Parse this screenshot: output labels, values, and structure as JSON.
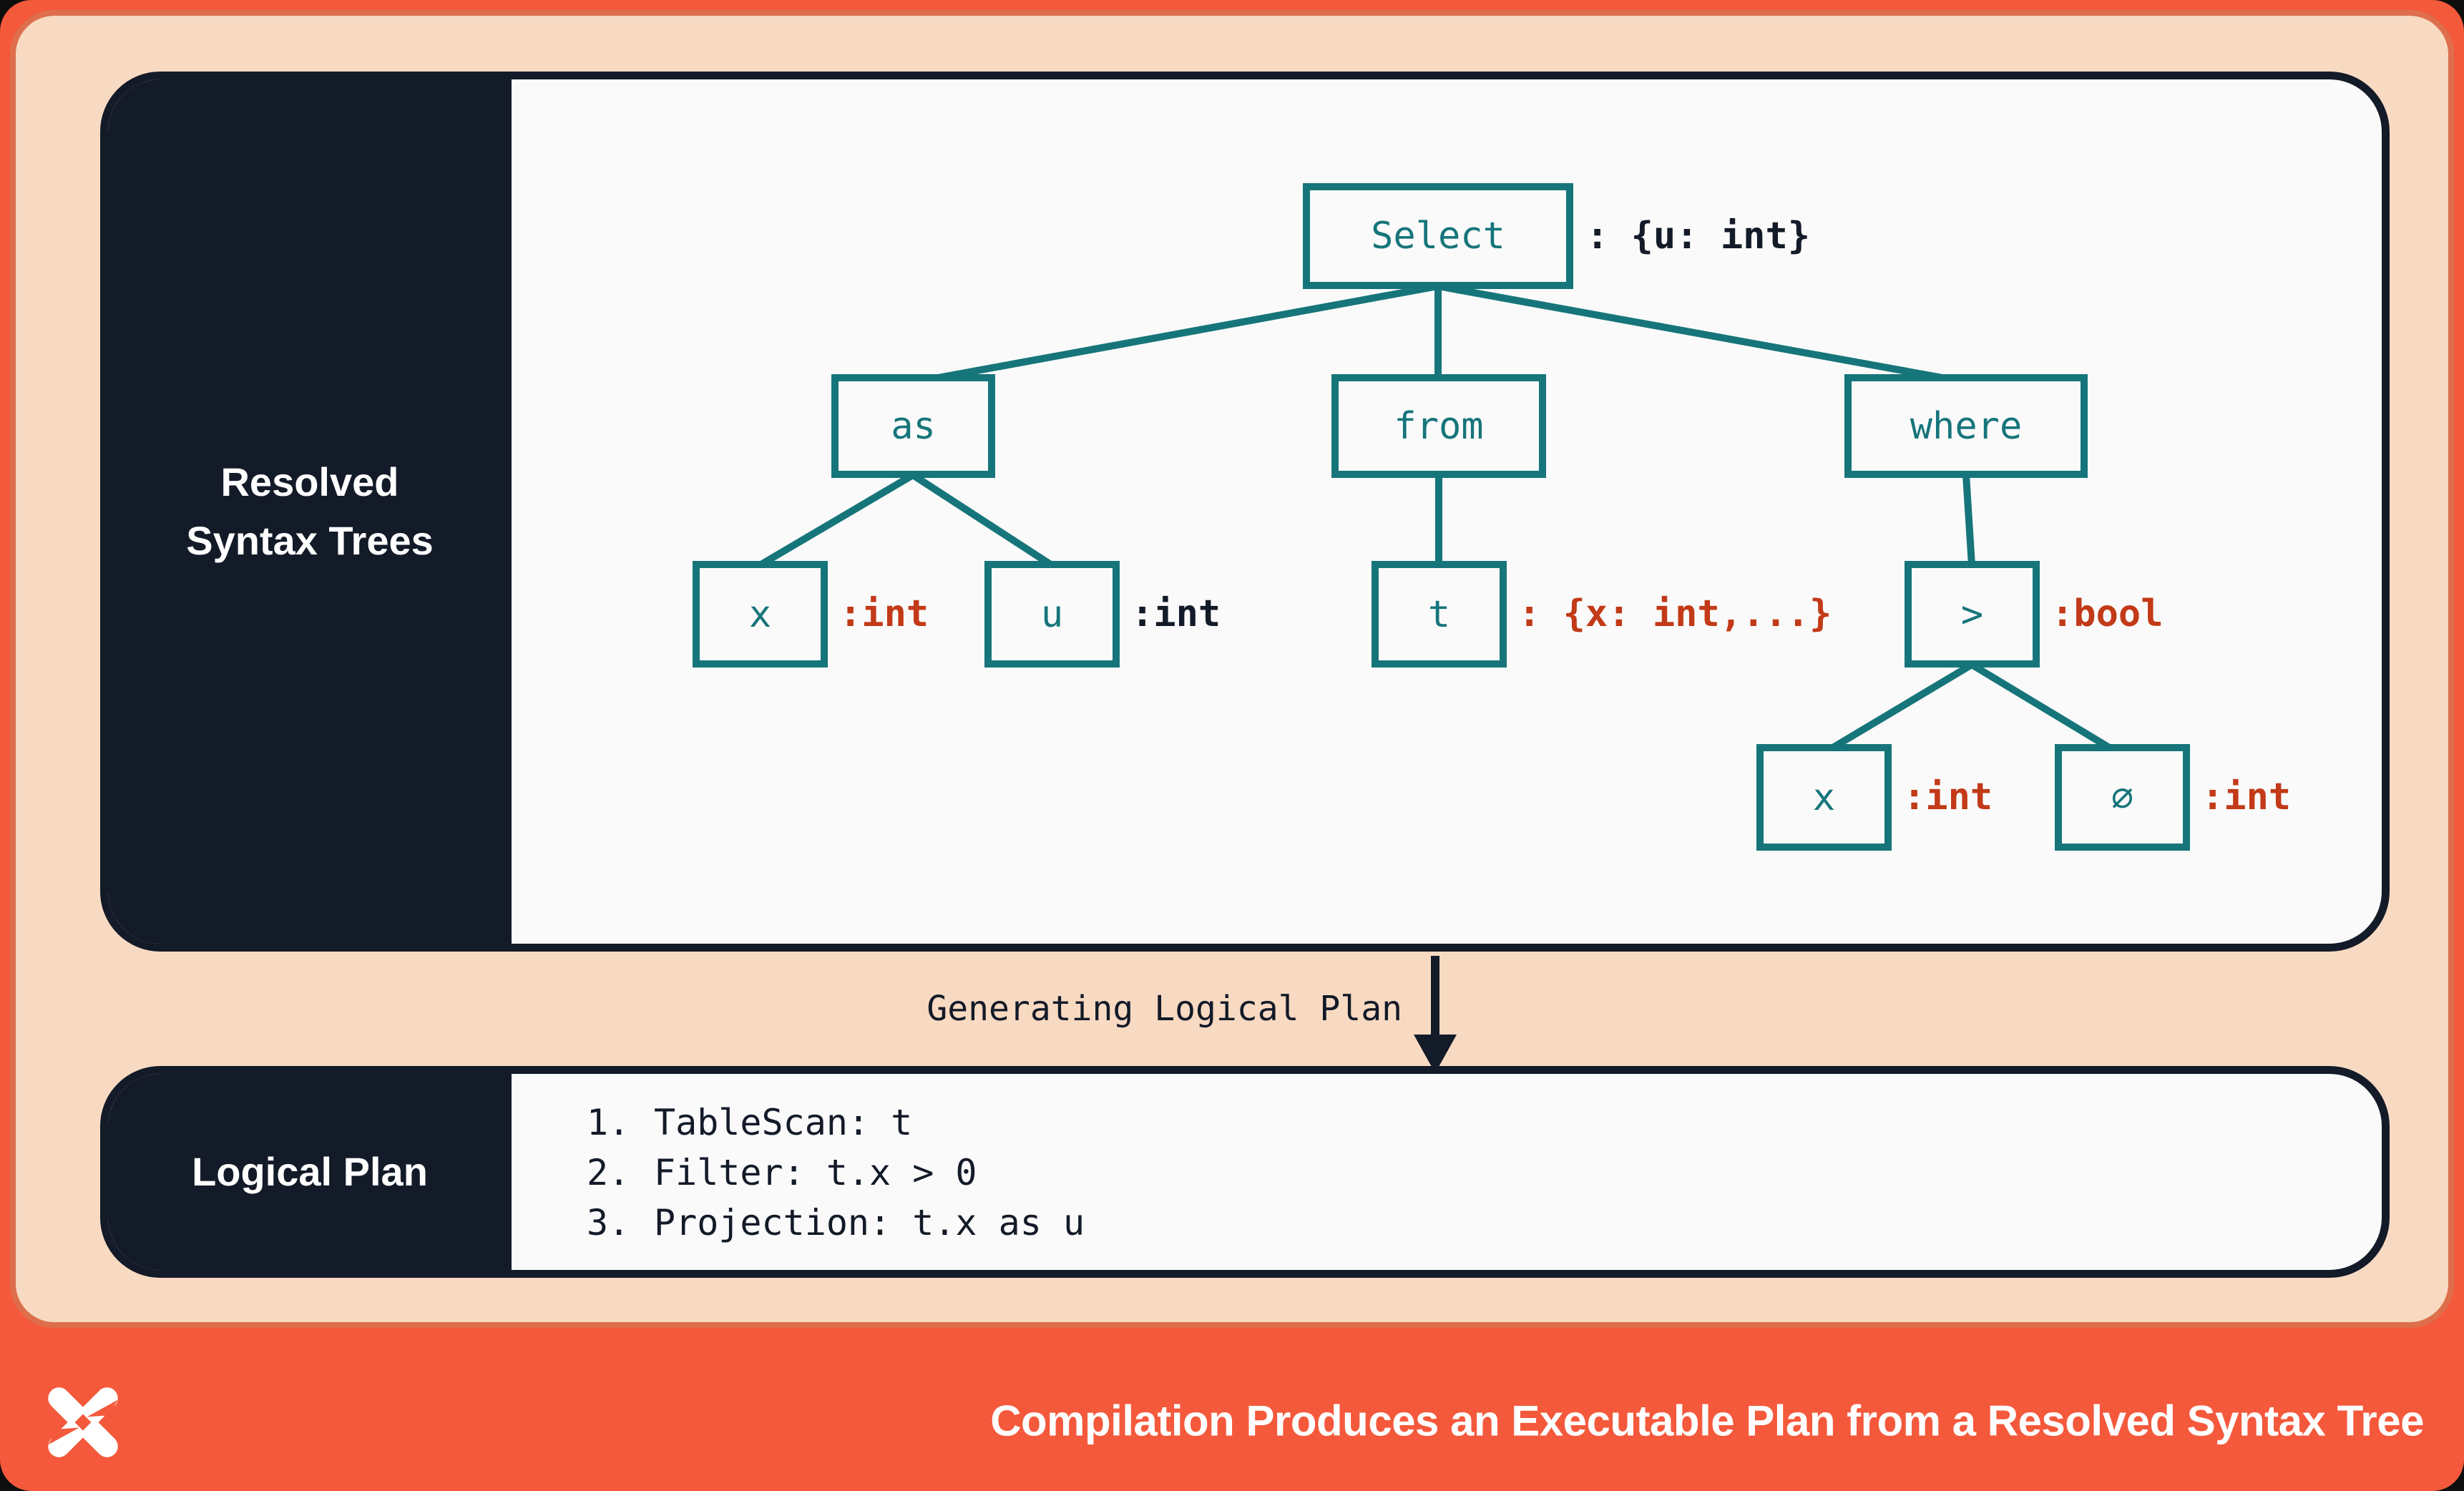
{
  "colors": {
    "orange": "#F4593C",
    "peach": "#F8DAC2",
    "navy": "#131A28",
    "teal": "#16757A",
    "red": "#C23A17",
    "panel_bg": "#FAFAFA",
    "white": "#FFFFFF"
  },
  "panels": {
    "resolved": {
      "label_line1": "Resolved",
      "label_line2": "Syntax Trees"
    },
    "logical": {
      "label": "Logical Plan"
    }
  },
  "tree": {
    "nodes": [
      {
        "id": "select",
        "label": "Select",
        "annotation": ": {u: int}"
      },
      {
        "id": "as",
        "label": "as",
        "annotation": ""
      },
      {
        "id": "from",
        "label": "from",
        "annotation": ""
      },
      {
        "id": "where",
        "label": "where",
        "annotation": ""
      },
      {
        "id": "x-as",
        "label": "x",
        "annotation": ":int"
      },
      {
        "id": "u-as",
        "label": "u",
        "annotation": ":int"
      },
      {
        "id": "t-from",
        "label": "t",
        "annotation": ": {x: int,...}"
      },
      {
        "id": "gt",
        "label": ">",
        "annotation": ":bool"
      },
      {
        "id": "x-gt",
        "label": "x",
        "annotation": ":int"
      },
      {
        "id": "zero",
        "label": "∅",
        "annotation": ":int"
      }
    ],
    "edges": [
      [
        "Select",
        "as"
      ],
      [
        "Select",
        "from"
      ],
      [
        "Select",
        "where"
      ],
      [
        "as",
        "x"
      ],
      [
        "as",
        "u"
      ],
      [
        "from",
        "t"
      ],
      [
        "where",
        ">"
      ],
      [
        ">",
        "x"
      ],
      [
        ">",
        "0"
      ]
    ]
  },
  "connector": {
    "label": "Generating Logical Plan"
  },
  "plan": {
    "items": [
      {
        "num": "1.",
        "text": "TableScan: t"
      },
      {
        "num": "2.",
        "text": "Filter: t.x > 0"
      },
      {
        "num": "3.",
        "text": "Projection: t.x as u"
      }
    ]
  },
  "footer": {
    "logo": "dagster-pinwheel-logo",
    "title": "Compilation Produces an Executable Plan from a Resolved Syntax Tree"
  }
}
